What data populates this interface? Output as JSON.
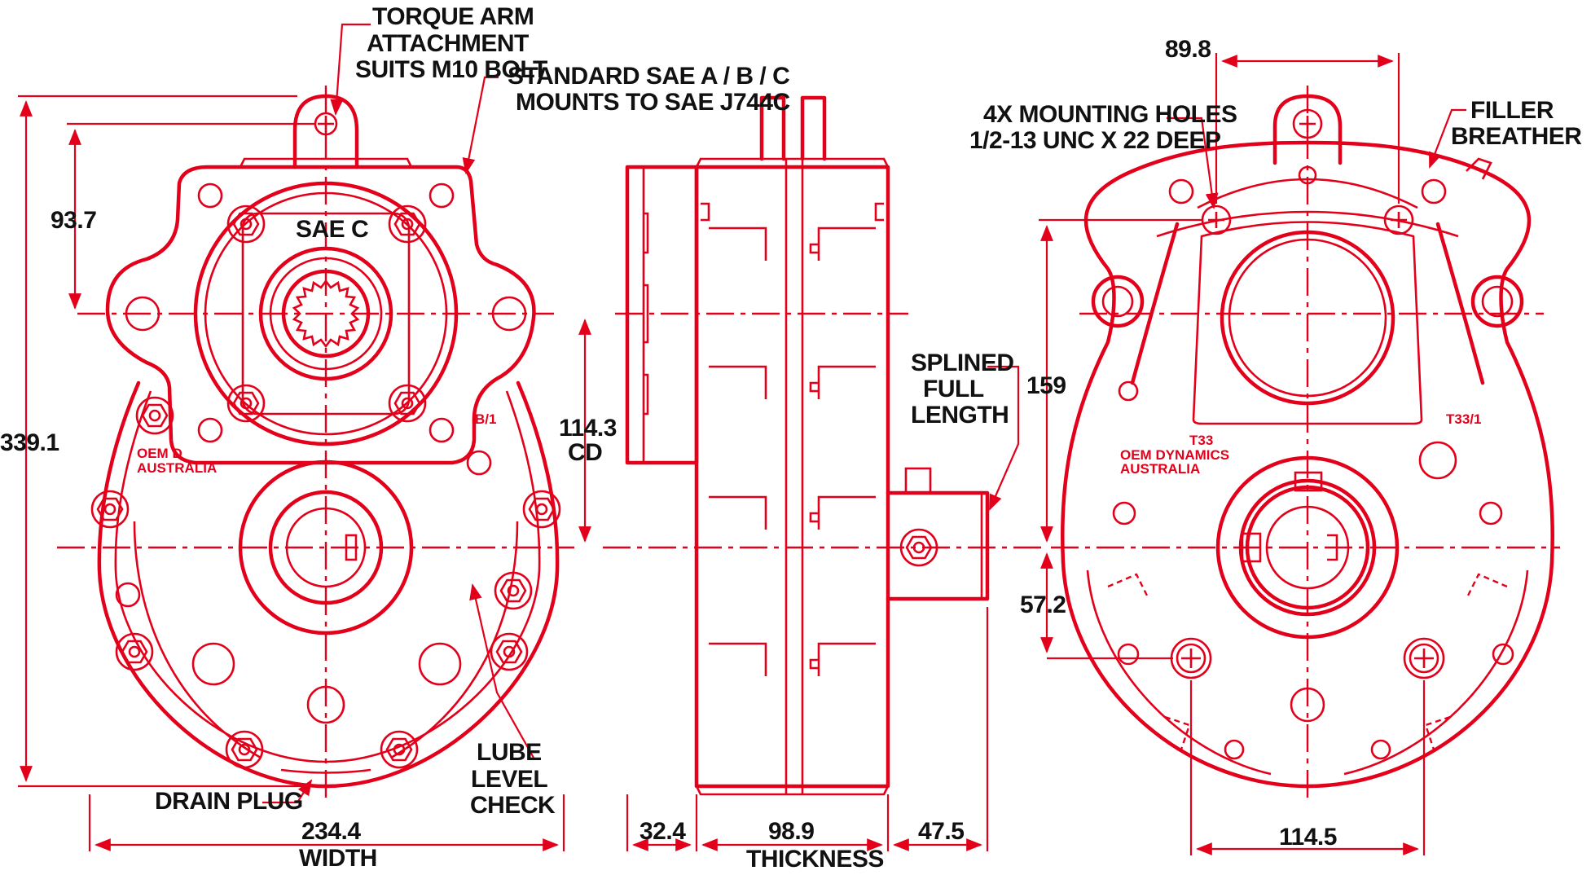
{
  "colors": {
    "drawing": "#e3001b",
    "text": "#111111",
    "background": "#ffffff"
  },
  "labels": {
    "torque_arm_1": "TORQUE ARM",
    "torque_arm_2": "ATTACHMENT",
    "torque_arm_3": "SUITS M10 BOLT",
    "sae_mount_1": "STANDARD SAE A / B / C",
    "sae_mount_2": "MOUNTS TO SAE J744C",
    "sae_c": "SAE C",
    "mounting_holes_1": "4X MOUNTING HOLES",
    "mounting_holes_2": "1/2-13 UNC X 22 DEEP",
    "filler_1": "FILLER",
    "filler_2": "BREATHER",
    "splined_1": "SPLINED",
    "splined_2": "FULL",
    "splined_3": "LENGTH",
    "drain_plug": "DRAIN PLUG",
    "lube_1": "LUBE",
    "lube_2": "LEVEL",
    "lube_3": "CHECK",
    "cd_value": "114.3",
    "cd_label": "CD",
    "width_label": "WIDTH",
    "thickness_label": "THICKNESS"
  },
  "dimensions": {
    "top_hole_spacing": "89.8",
    "overall_height": "339.1",
    "arm_to_input_centre": "93.7",
    "overall_width": "234.4",
    "flange_depth": "32.4",
    "thickness": "98.9",
    "shaft_extension": "47.5",
    "upper_holes_to_output_centre": "159",
    "output_centre_to_lower_holes": "57.2",
    "bottom_hole_spacing": "114.5"
  },
  "casting_marks": {
    "model_front": "B/1",
    "brand_front_1": "OEM D",
    "brand_front_2": "AUSTRALIA",
    "model_back": "T33",
    "model_back_2": "T33/1",
    "brand_back_1": "OEM DYNAMICS",
    "brand_back_2": "AUSTRALIA"
  }
}
